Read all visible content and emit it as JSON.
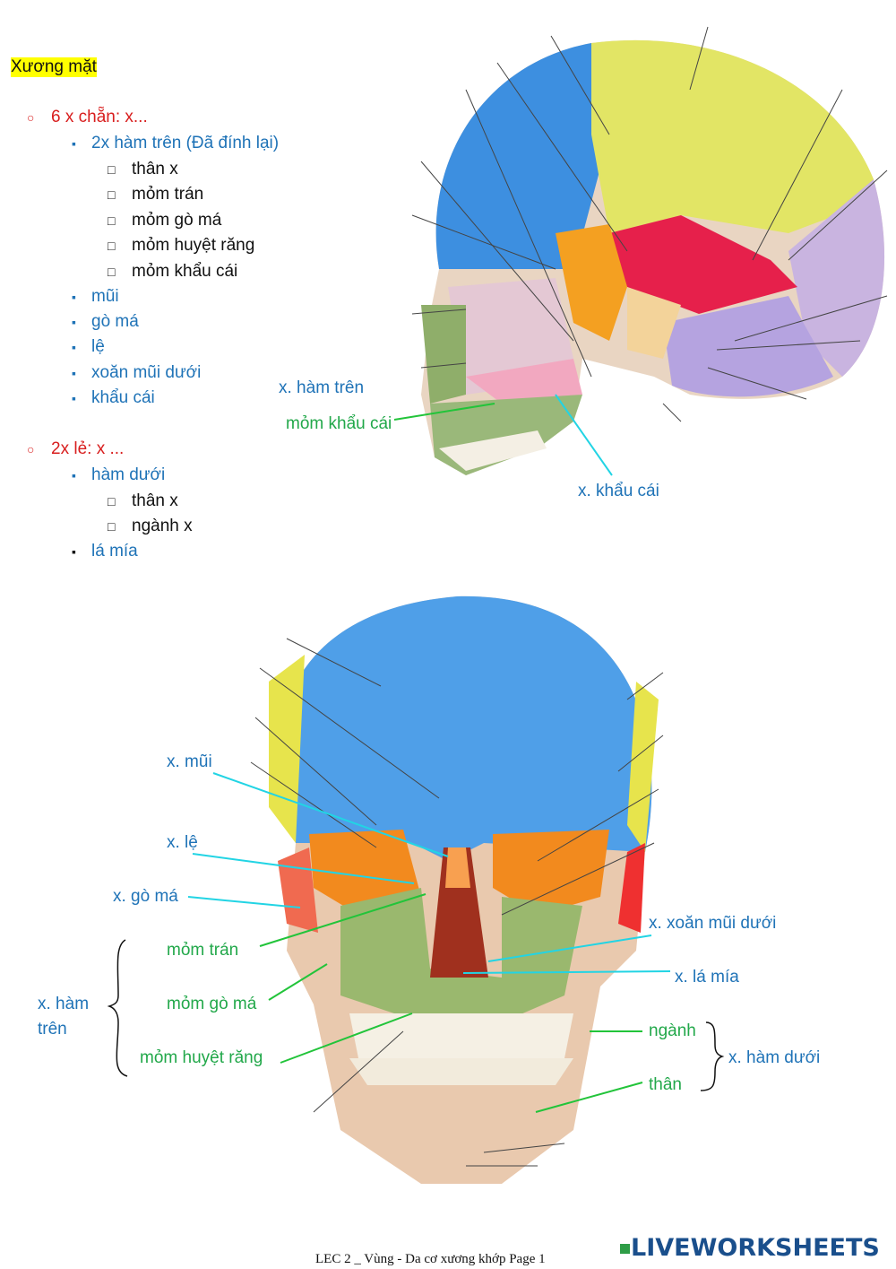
{
  "title": "Xương mặt",
  "paired": {
    "label": "6 x chẵn: x...",
    "items": [
      {
        "label": "2x hàm trên (Đã đính lại)",
        "sub": [
          "thân x",
          "mỏm trán",
          "mỏm gò má",
          "mỏm huyệt răng",
          "mỏm khẩu cái"
        ]
      },
      {
        "label": "mũi"
      },
      {
        "label": "gò má"
      },
      {
        "label": "lệ"
      },
      {
        "label": "xoăn mũi dưới"
      },
      {
        "label": "khẩu cái"
      }
    ]
  },
  "unpaired": {
    "label": "2x lẻ: x ...",
    "items": [
      {
        "label": "hàm dưới",
        "sub": [
          "thân x",
          "ngành x"
        ]
      },
      {
        "label": "lá mía"
      }
    ]
  },
  "side_figure": {
    "labels": {
      "maxilla": "x. hàm trên",
      "palatine_process": "mỏm khẩu cái",
      "palatine": "x. khẩu cái"
    }
  },
  "front_figure": {
    "labels": {
      "nasal": "x. mũi",
      "lacrimal": "x. lệ",
      "zygomatic": "x. gò má",
      "frontal_process": "mỏm trán",
      "zygomatic_process": "mỏm gò má",
      "alveolar_process": "mỏm huyệt răng",
      "maxilla_line1": "x. hàm",
      "maxilla_line2": "trên",
      "inferior_concha": "x. xoăn mũi dưới",
      "vomer": "x. lá mía",
      "ramus": "ngành",
      "body": "thân",
      "mandible": "x. hàm dưới"
    }
  },
  "footer": "LEC 2 _ Vùng - Da cơ xương khớp Page 1",
  "brand": "LIVEWORKSHEETS"
}
